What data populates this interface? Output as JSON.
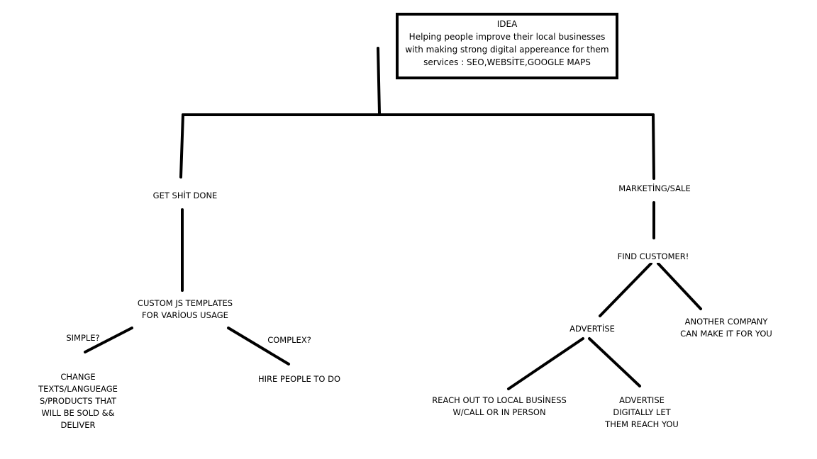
{
  "idea": {
    "title": "IDEA",
    "lines": [
      "Helping people improve their local businesses",
      "with making strong digital appereance for them",
      "services : SEO,WEBSİTE,GOOGLE MAPS"
    ]
  },
  "nodes": {
    "get_done": "GET SHİT DONE",
    "templates": [
      "CUSTOM JS TEMPLATES",
      "FOR VARİOUS USAGE"
    ],
    "simple": "SIMPLE?",
    "complex": "COMPLEX?",
    "change": [
      "CHANGE",
      "TEXTS/LANGUEAGE",
      "S/PRODUCTS THAT",
      "WILL BE SOLD &&",
      "DELIVER"
    ],
    "hire": "HIRE PEOPLE TO DO",
    "marketing": "MARKETİNG/SALE",
    "find": "FIND CUSTOMER!",
    "advertise": "ADVERTİSE",
    "another": [
      "ANOTHER COMPANY",
      "CAN MAKE IT FOR YOU"
    ],
    "reach": [
      "REACH OUT TO LOCAL BUSİNESS",
      "W/CALL OR IN PERSON"
    ],
    "digital": [
      "ADVERTISE",
      "DIGITALLY LET",
      "THEM REACH YOU"
    ]
  }
}
